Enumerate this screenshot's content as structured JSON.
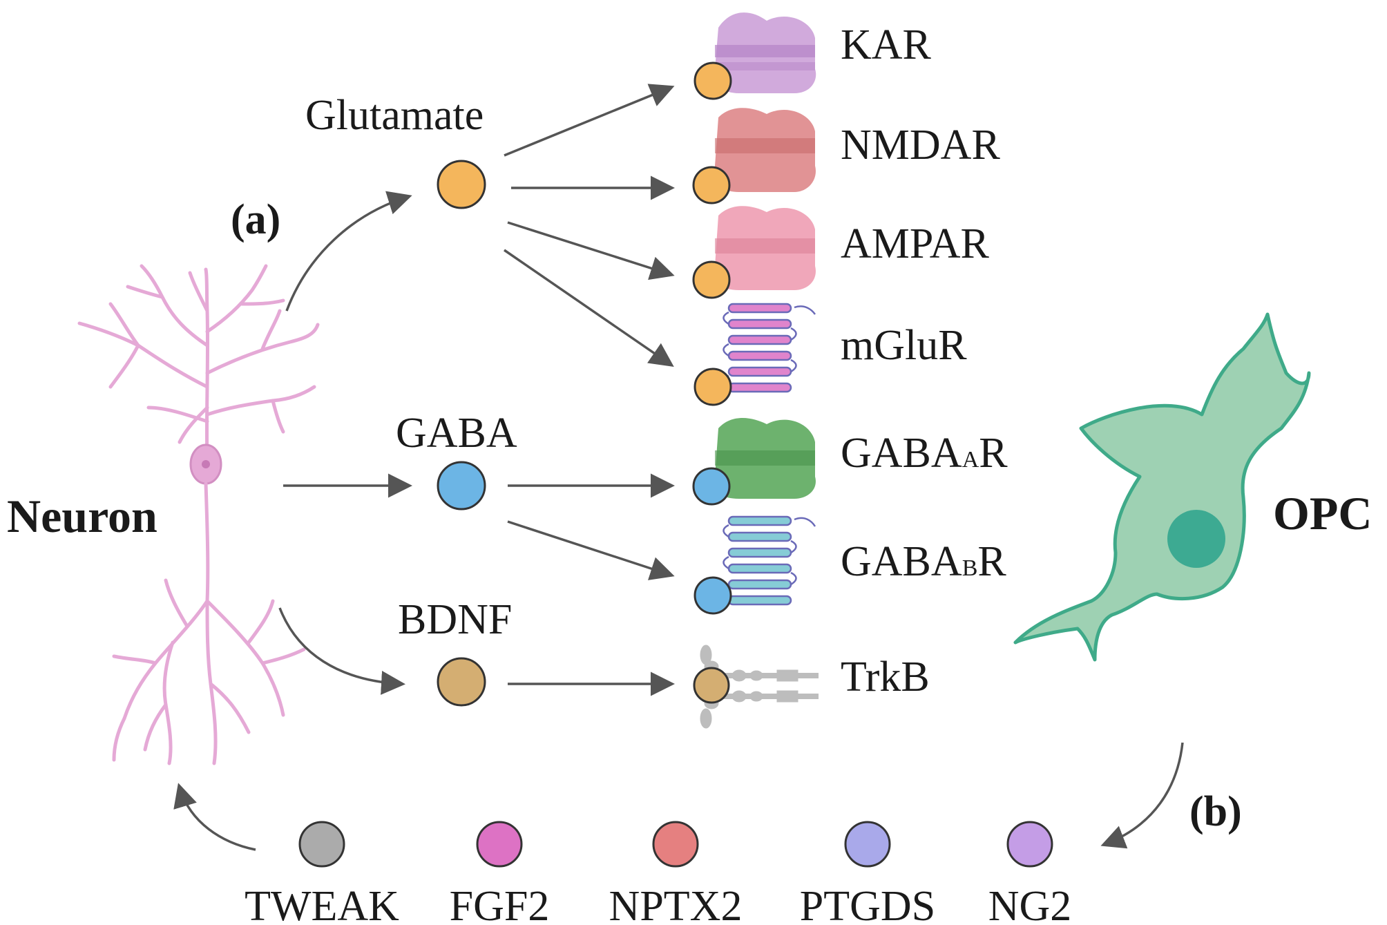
{
  "panel_labels": {
    "a": "(a)",
    "b": "(b)"
  },
  "cells": {
    "neuron": "Neuron",
    "opc": "OPC"
  },
  "ligands": {
    "glutamate": {
      "label": "Glutamate",
      "color": "#F4B65C"
    },
    "gaba": {
      "label": "GABA",
      "color": "#6CB5E5"
    },
    "bdnf": {
      "label": "BDNF",
      "color": "#D4AE72"
    }
  },
  "receptors": {
    "kar": {
      "label": "KAR",
      "color": "#C99BD6"
    },
    "nmdar": {
      "label": "NMDAR",
      "color": "#DC8082"
    },
    "ampar": {
      "label": "AMPAR",
      "color": "#EE9DB2"
    },
    "mglur": {
      "label": "mGluR",
      "color": "#E084CC"
    },
    "gabaar": {
      "label_main": "GABA",
      "label_sub": "A",
      "label_tail": "R",
      "color": "#5DAA5E"
    },
    "gababr": {
      "label_main": "GABA",
      "label_sub": "B",
      "label_tail": "R",
      "color": "#86CCD6"
    },
    "trkb": {
      "label": "TrkB",
      "color": "#BDBDBD"
    }
  },
  "opc_factors": [
    {
      "label": "TWEAK",
      "color": "#ABABAB"
    },
    {
      "label": "FGF2",
      "color": "#DD72C4"
    },
    {
      "label": "NPTX2",
      "color": "#E58080"
    },
    {
      "label": "PTGDS",
      "color": "#A9A9EA"
    },
    {
      "label": "NG2",
      "color": "#C49DE6"
    }
  ],
  "colors": {
    "neuron": "#E5A9D6",
    "opc_fill": "#9ED1B3",
    "opc_stroke": "#3FAA89",
    "opc_nucleus": "#3DAA92",
    "arrow": "#555555"
  }
}
